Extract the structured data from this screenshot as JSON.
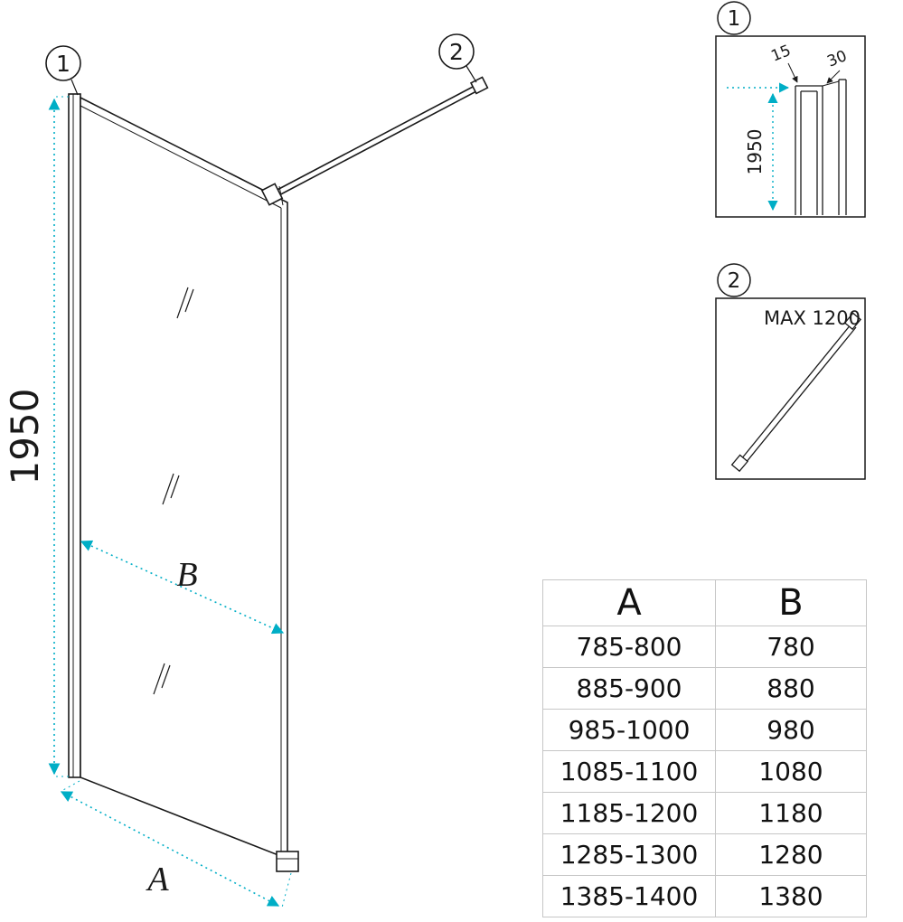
{
  "main": {
    "callout1": "1",
    "callout2": "2",
    "dim_height": "1950",
    "dim_b": "B",
    "dim_a": "A"
  },
  "detail1": {
    "callout": "1",
    "dim_15": "15",
    "dim_30": "30",
    "dim_height": "1950"
  },
  "detail2": {
    "callout": "2",
    "max_label": "MAX 1200"
  },
  "table": {
    "headers": [
      "A",
      "B"
    ],
    "rows": [
      {
        "a": "785-800",
        "b": "780"
      },
      {
        "a": "885-900",
        "b": "880"
      },
      {
        "a": "985-1000",
        "b": "980"
      },
      {
        "a": "1085-1100",
        "b": "1080"
      },
      {
        "a": "1185-1200",
        "b": "1180"
      },
      {
        "a": "1285-1300",
        "b": "1280"
      },
      {
        "a": "1385-1400",
        "b": "1380"
      }
    ]
  },
  "colors": {
    "accent": "#00AEC6",
    "line": "#1a1a1a",
    "table_border": "#c6c6c6"
  }
}
